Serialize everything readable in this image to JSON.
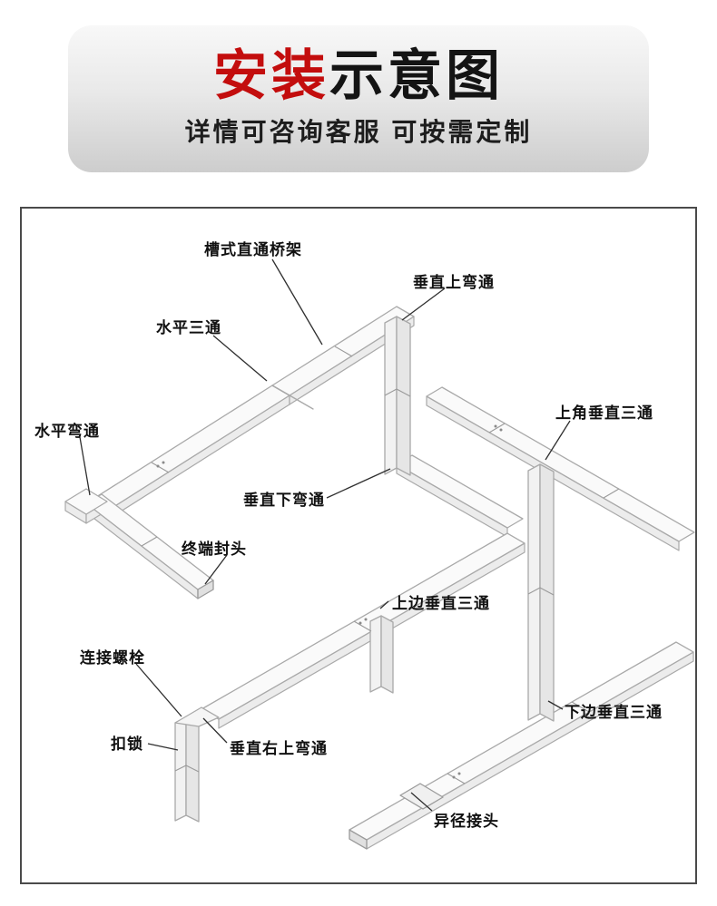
{
  "header": {
    "title_highlight": "安装",
    "title_rest": "示意图",
    "subtitle": "详情可咨询客服 可按需定制",
    "accent_color": "#c30d0d"
  },
  "diagram": {
    "labels": [
      {
        "id": "trough-straight-tray",
        "text": "槽式直通桥架"
      },
      {
        "id": "vertical-up-elbow",
        "text": "垂直上弯通"
      },
      {
        "id": "horizontal-tee",
        "text": "水平三通"
      },
      {
        "id": "upper-corner-vertical-tee",
        "text": "上角垂直三通"
      },
      {
        "id": "horizontal-elbow",
        "text": "水平弯通"
      },
      {
        "id": "vertical-down-elbow",
        "text": "垂直下弯通"
      },
      {
        "id": "end-cap",
        "text": "终端封头"
      },
      {
        "id": "top-edge-vertical-tee",
        "text": "上边垂直三通"
      },
      {
        "id": "connecting-bolt",
        "text": "连接螺栓"
      },
      {
        "id": "bottom-edge-vertical-tee",
        "text": "下边垂直三通"
      },
      {
        "id": "buckle-lock",
        "text": "扣锁"
      },
      {
        "id": "vertical-right-up-elbow",
        "text": "垂直右上弯通"
      },
      {
        "id": "reducer-joint",
        "text": "异径接头"
      }
    ]
  }
}
